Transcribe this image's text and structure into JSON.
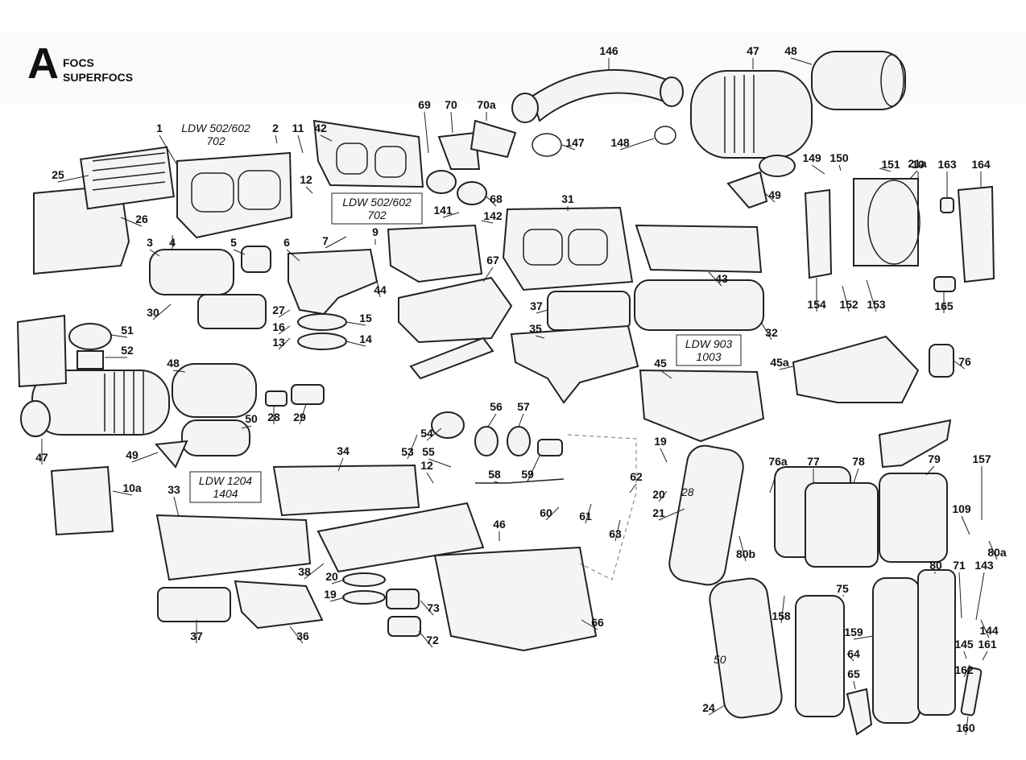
{
  "header": {
    "letter": "A",
    "line1": "FOCS",
    "line2": "SUPERFOCS"
  },
  "models": [
    {
      "id": "m1",
      "line1": "LDW 502/602",
      "line2": "702"
    },
    {
      "id": "m2",
      "line1": "LDW 502/602",
      "line2": "702"
    },
    {
      "id": "m3",
      "line1": "LDW 903",
      "line2": "1003"
    },
    {
      "id": "m4",
      "line1": "LDW 1204",
      "line2": "1404"
    }
  ],
  "dimensions": [
    "28",
    "50"
  ],
  "callouts": [
    "1",
    "2",
    "11",
    "42",
    "12",
    "25",
    "26",
    "3",
    "4",
    "5",
    "30",
    "6",
    "7",
    "9",
    "27",
    "16",
    "13",
    "15",
    "14",
    "44",
    "69",
    "70",
    "70a",
    "146",
    "147",
    "148",
    "47",
    "48",
    "141",
    "142",
    "68",
    "31",
    "67",
    "37",
    "35",
    "49",
    "149",
    "150",
    "151",
    "10",
    "163",
    "164",
    "154",
    "152",
    "153",
    "165",
    "43",
    "32",
    "45",
    "45a",
    "76",
    "51",
    "52",
    "48",
    "50",
    "28",
    "29",
    "47",
    "49",
    "10a",
    "54",
    "55",
    "53",
    "12",
    "56",
    "57",
    "58",
    "59",
    "60",
    "61",
    "62",
    "63",
    "19",
    "20",
    "21",
    "34",
    "33",
    "38",
    "20",
    "19",
    "37",
    "36",
    "46",
    "73",
    "72",
    "66",
    "76a",
    "77",
    "78",
    "79",
    "157",
    "109",
    "80a",
    "80b",
    "158",
    "75",
    "80",
    "71",
    "143",
    "144",
    "145",
    "161",
    "162",
    "160",
    "159",
    "64",
    "65",
    "24",
    "21a",
    "10"
  ]
}
